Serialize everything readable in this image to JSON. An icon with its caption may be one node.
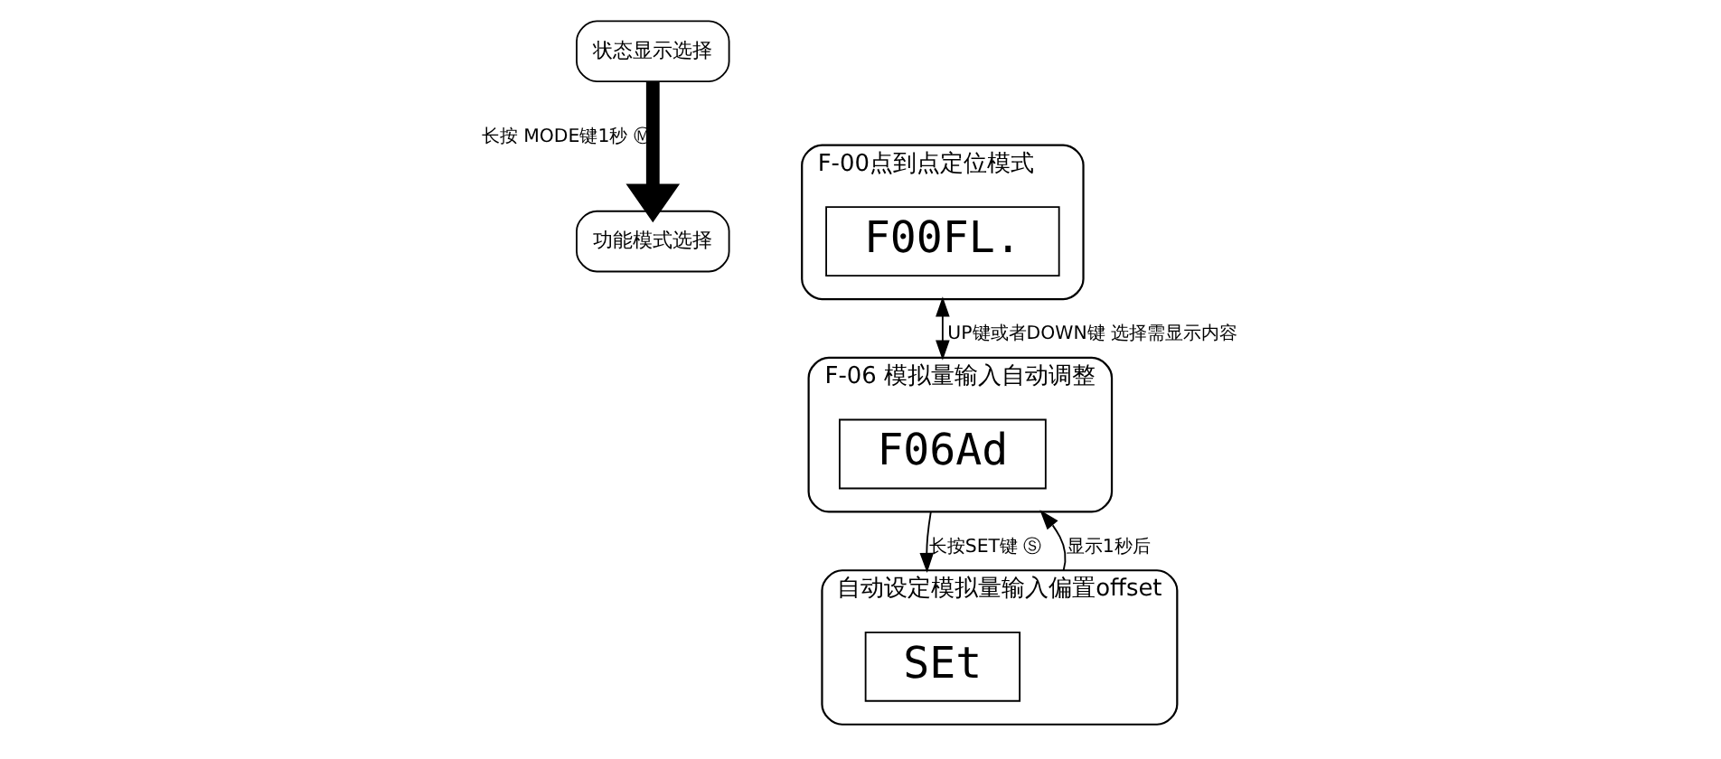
{
  "diagram": {
    "nodes": [
      {
        "text": [
          "状态显示选择"
        ]
      },
      {
        "text": [
          "功能模式选择"
        ]
      },
      {
        "text": [
          "F-00点到点定位模式"
        ]
      },
      {
        "text": [
          "F00FL."
        ],
        "in": 2
      },
      {
        "text": [
          "F-06 模拟量输入自动调整"
        ]
      },
      {
        "text": [
          "F06Ad"
        ],
        "in": 4
      },
      {
        "text": [
          "自动设定模拟量输入偏置offset"
        ]
      },
      {
        "text": [
          "SEt"
        ],
        "in": 6
      }
    ],
    "edges": [
      {
        "from": 0,
        "to": 1,
        "arrow": "to",
        "style": "thick",
        "label": "长按 MODE键1秒 Ⓜ"
      },
      {
        "from": 2,
        "to": 4,
        "arrow": "both",
        "label": "UP键或者DOWN键 选择需显示内容"
      },
      {
        "from": 4,
        "to": 6,
        "arrow": "to",
        "label": "长按SET键 Ⓢ"
      },
      {
        "from": 6,
        "to": 4,
        "arrow": "to",
        "label": "显示1秒后"
      }
    ]
  }
}
